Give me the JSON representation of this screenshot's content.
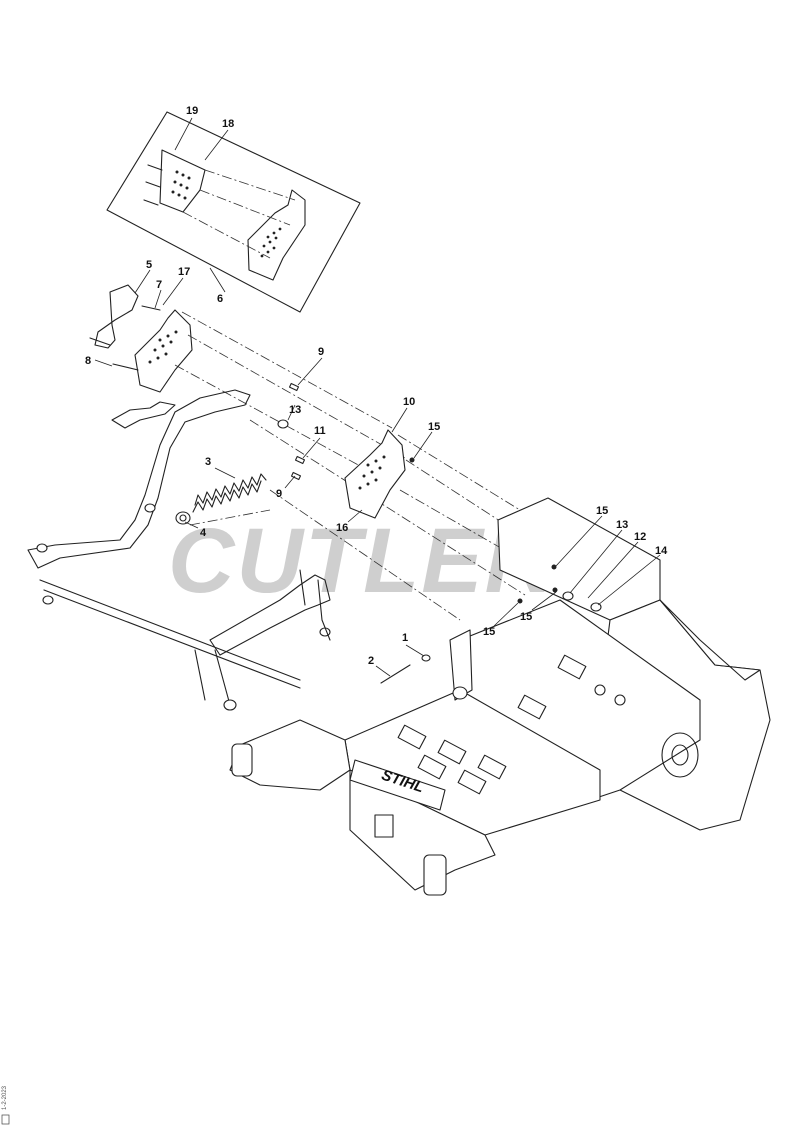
{
  "watermark": "CUTLERS",
  "brand_mark": "STIHL",
  "doc_id": "1-2-2023",
  "callouts": {
    "c1": "1",
    "c2": "2",
    "c3": "3",
    "c4": "4",
    "c5": "5",
    "c6": "6",
    "c7": "7",
    "c8": "8",
    "c9a": "9",
    "c9b": "9",
    "c10": "10",
    "c11": "11",
    "c12": "12",
    "c13a": "13",
    "c13b": "13",
    "c14": "14",
    "c15a": "15",
    "c15b": "15",
    "c15c": "15",
    "c15d": "15",
    "c16": "16",
    "c17": "17",
    "c18": "18",
    "c19": "19"
  }
}
